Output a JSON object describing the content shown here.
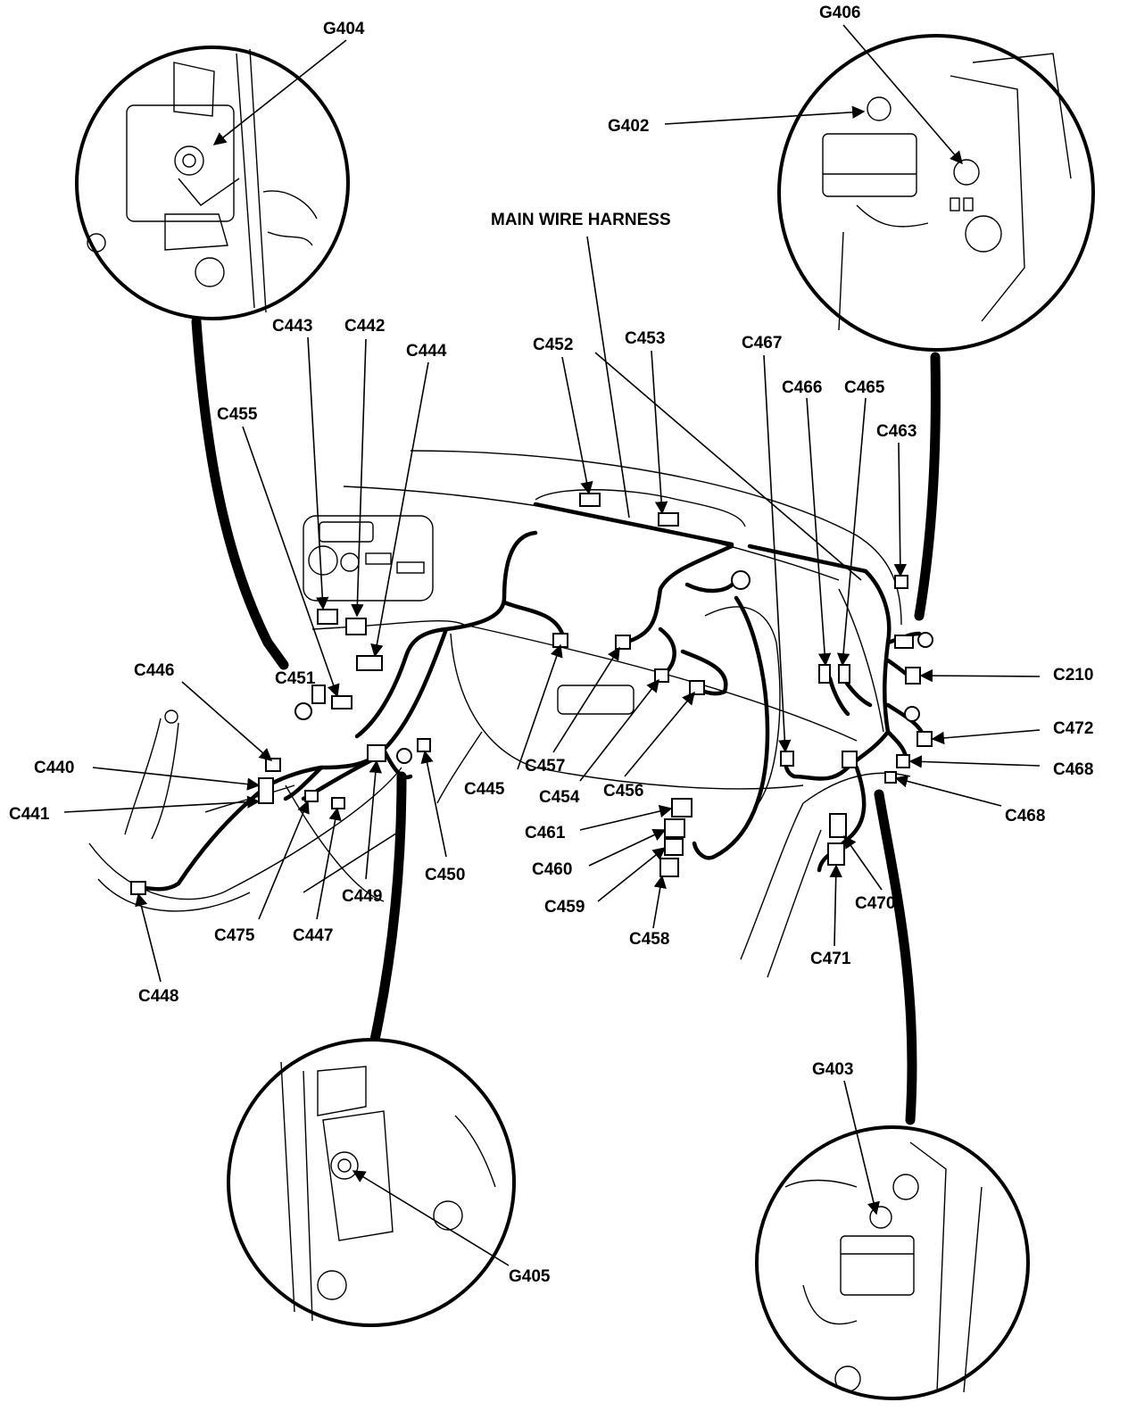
{
  "title": "MAIN WIRE HARNESS",
  "grounds": [
    "G404",
    "G406",
    "G402",
    "G403",
    "G405"
  ],
  "connectors": [
    "C443",
    "C442",
    "C444",
    "C455",
    "C452",
    "C453",
    "C467",
    "C466",
    "C465",
    "C463",
    "C446",
    "C451",
    "C440",
    "C441",
    "C445",
    "C457",
    "C454",
    "C456",
    "C210",
    "C472",
    "C468",
    "C468",
    "C461",
    "C460",
    "C459",
    "C458",
    "C470",
    "C471",
    "C450",
    "C449",
    "C475",
    "C447",
    "C448"
  ]
}
